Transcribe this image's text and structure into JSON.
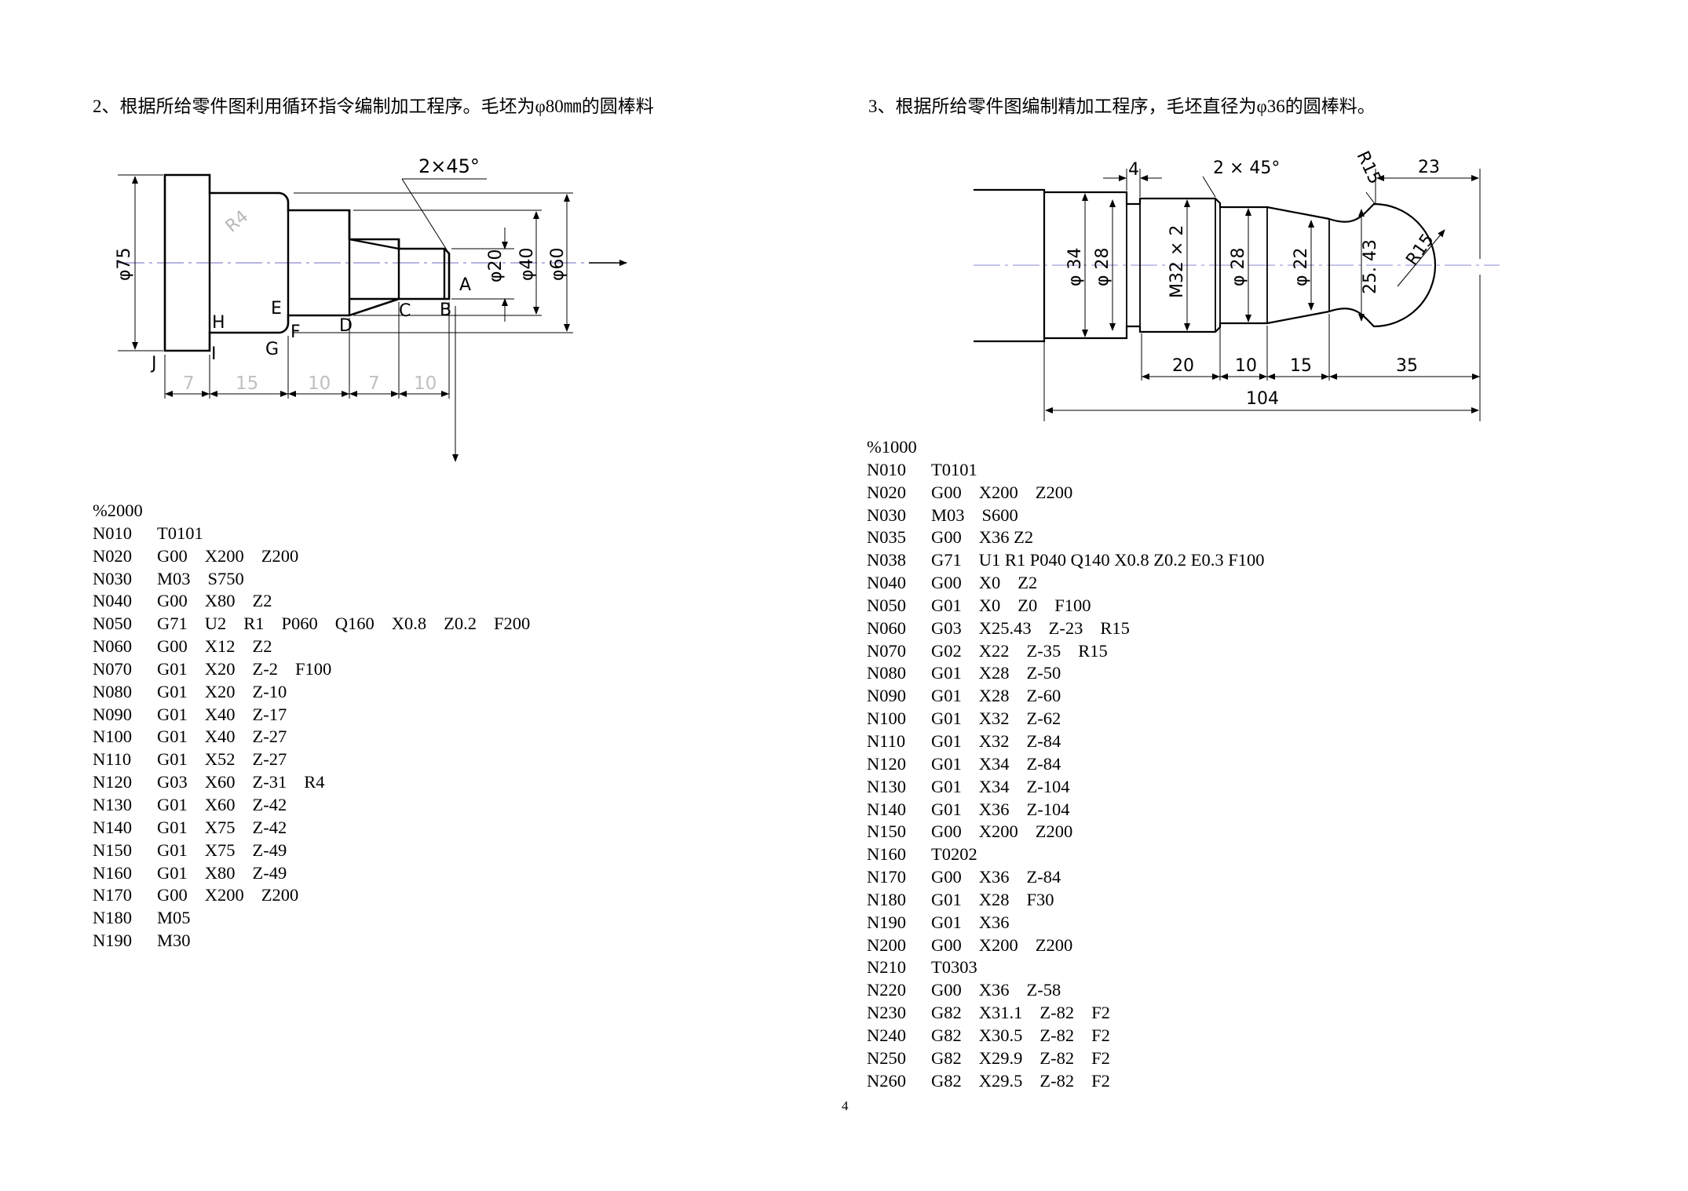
{
  "q2": {
    "title": "2、根据所给零件图利用循环指令编制加工程序。毛坯为φ80㎜的圆棒料",
    "drawing": {
      "labels": {
        "chamfer": "2×45°",
        "radius": "R4",
        "dia75": "φ75",
        "dia20": "φ20",
        "dia40": "φ40",
        "dia60": "φ60",
        "A": "A",
        "B": "B",
        "C": "C",
        "D": "D",
        "E": "E",
        "F": "F",
        "G": "G",
        "H": "H",
        "I": "I",
        "J": "J",
        "len7a": "7",
        "len15": "15",
        "len10a": "10",
        "len7b": "7",
        "len10b": "10"
      }
    },
    "program": [
      [
        "%2000"
      ],
      [
        "N010",
        "T0101"
      ],
      [
        "N020",
        "G00",
        "X200",
        "Z200"
      ],
      [
        "N030",
        "M03",
        "S750"
      ],
      [
        "N040",
        "G00",
        "X80",
        "Z2"
      ],
      [
        "N050",
        "G71",
        "U2",
        "R1",
        "P060",
        "Q160",
        "X0.8",
        "Z0.2",
        "F200"
      ],
      [
        "N060",
        "G00",
        "X12",
        "Z2"
      ],
      [
        "N070",
        "G01",
        "X20",
        "Z-2",
        "F100"
      ],
      [
        "N080",
        "G01",
        "X20",
        "Z-10"
      ],
      [
        "N090",
        "G01",
        "X40",
        "Z-17"
      ],
      [
        "N100",
        "G01",
        "X40",
        "Z-27"
      ],
      [
        "N110",
        "G01",
        "X52",
        "Z-27"
      ],
      [
        "N120",
        "G03",
        "X60",
        "Z-31",
        "R4"
      ],
      [
        "N130",
        "G01",
        "X60",
        "Z-42"
      ],
      [
        "N140",
        "G01",
        "X75",
        "Z-42"
      ],
      [
        "N150",
        "G01",
        "X75",
        "Z-49"
      ],
      [
        "N160",
        "G01",
        "X80",
        "Z-49"
      ],
      [
        "N170",
        "G00",
        "X200",
        "Z200"
      ],
      [
        "N180",
        "M05"
      ],
      [
        "N190",
        "M30"
      ]
    ]
  },
  "q3": {
    "title": "3、根据所给零件图编制精加工程序，毛坯直径为φ36的圆棒料。",
    "drawing": {
      "labels": {
        "len4": "4",
        "chamfer": "2 × 45°",
        "r15a": "R15",
        "len23": "23",
        "dia34": "φ 34",
        "dia28a": "φ 28",
        "thread": "M32 × 2",
        "dia28b": "φ 28",
        "dia22": "φ 22",
        "dim2543": "25. 43",
        "r15b": "R15",
        "len20": "20",
        "len10": "10",
        "len15": "15",
        "len35": "35",
        "len104": "104"
      }
    },
    "program": [
      [
        "%1000"
      ],
      [
        "N010",
        "T0101"
      ],
      [
        "N020",
        "G00",
        "X200",
        "Z200"
      ],
      [
        "N030",
        "M03",
        "S600"
      ],
      [
        "N035",
        "G00",
        "X36 Z2"
      ],
      [
        "N038",
        "G71",
        "U1 R1 P040 Q140 X0.8 Z0.2 E0.3 F100"
      ],
      [
        "N040",
        "G00",
        "X0",
        "Z2"
      ],
      [
        "N050",
        "G01",
        "X0",
        "Z0",
        "F100"
      ],
      [
        "N060",
        "G03",
        "X25.43",
        "Z-23",
        "R15"
      ],
      [
        "N070",
        "G02",
        "X22",
        "Z-35",
        "R15"
      ],
      [
        "N080",
        "G01",
        "X28",
        "Z-50"
      ],
      [
        "N090",
        "G01",
        "X28",
        "Z-60"
      ],
      [
        "N100",
        "G01",
        "X32",
        "Z-62"
      ],
      [
        "N110",
        "G01",
        "X32",
        "Z-84"
      ],
      [
        "N120",
        "G01",
        "X34",
        "Z-84"
      ],
      [
        "N130",
        "G01",
        "X34",
        "Z-104"
      ],
      [
        "N140",
        "G01",
        "X36",
        "Z-104"
      ],
      [
        "N150",
        "G00",
        "X200",
        "Z200"
      ],
      [
        "N160",
        "T0202"
      ],
      [
        "N170",
        "G00",
        "X36",
        "Z-84"
      ],
      [
        "N180",
        "G01",
        "X28",
        "F30"
      ],
      [
        "N190",
        "G01",
        "X36"
      ],
      [
        "N200",
        "G00",
        "X200",
        "Z200"
      ],
      [
        "N210",
        "T0303"
      ],
      [
        "N220",
        "G00",
        "X36",
        "Z-58"
      ],
      [
        "N230",
        "G82",
        "X31.1",
        "Z-82",
        "F2"
      ],
      [
        "N240",
        "G82",
        "X30.5",
        "Z-82",
        "F2"
      ],
      [
        "N250",
        "G82",
        "X29.9",
        "Z-82",
        "F2"
      ],
      [
        "N260",
        "G82",
        "X29.5",
        "Z-82",
        "F2"
      ]
    ]
  },
  "page_number": "4"
}
